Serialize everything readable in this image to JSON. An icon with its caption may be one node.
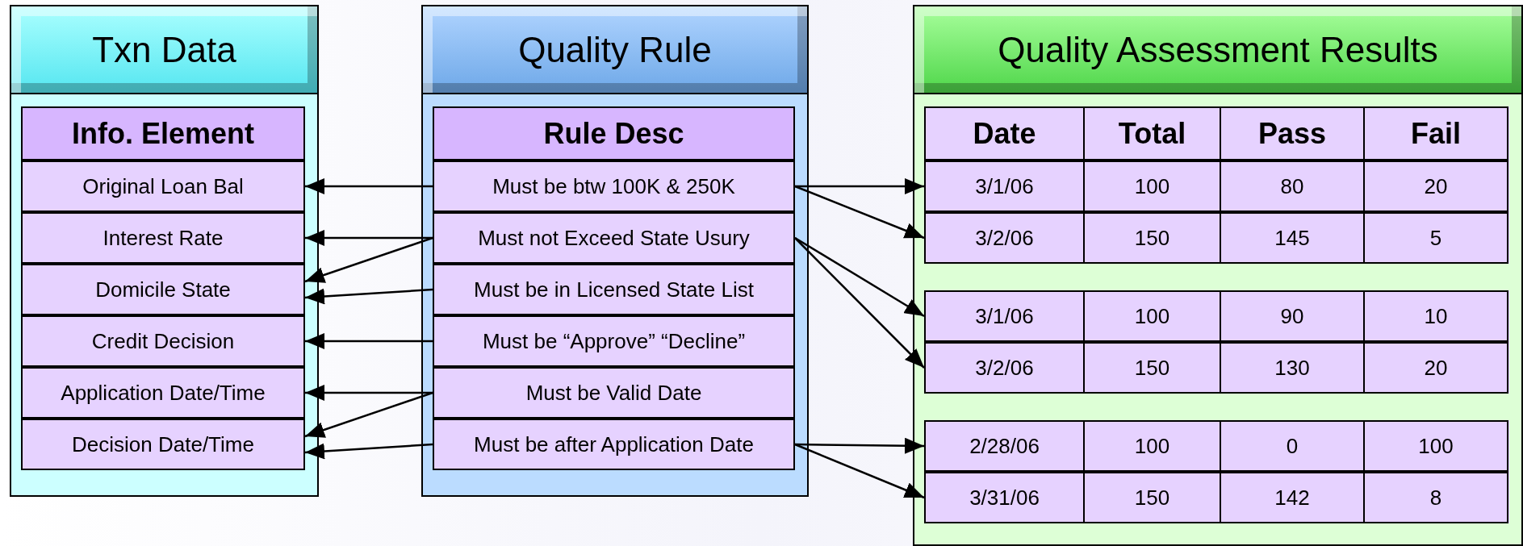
{
  "diagram": {
    "nodes": [
      {
        "text": [
          "Txn Data"
        ]
      },
      {
        "text": [
          "Info. Element"
        ],
        "in": 0
      },
      {
        "text": [
          "Original Loan Bal"
        ],
        "in": 0
      },
      {
        "text": [
          "Interest Rate"
        ],
        "in": 0
      },
      {
        "text": [
          "Domicile State"
        ],
        "in": 0
      },
      {
        "text": [
          "Credit Decision"
        ],
        "in": 0
      },
      {
        "text": [
          "Application Date/Time"
        ],
        "in": 0
      },
      {
        "text": [
          "Decision Date/Time"
        ],
        "in": 0
      },
      {
        "text": [
          "Quality Rule"
        ]
      },
      {
        "text": [
          "Rule Desc"
        ],
        "in": 8
      },
      {
        "text": [
          "Must be btw 100K & 250K"
        ],
        "in": 8
      },
      {
        "text": [
          "Must not Exceed State Usury"
        ],
        "in": 8
      },
      {
        "text": [
          "Must be in Licensed State List"
        ],
        "in": 8
      },
      {
        "text": [
          "Must be “Approve” “Decline”"
        ],
        "in": 8
      },
      {
        "text": [
          "Must be Valid Date"
        ],
        "in": 8
      },
      {
        "text": [
          "Must be after Application Date"
        ],
        "in": 8
      },
      {
        "text": [
          "Quality Assessment Results"
        ]
      },
      {
        "text": [
          "Date",
          "Total",
          "Pass",
          "Fail"
        ],
        "in": 16
      },
      {
        "text": [
          "3/1/06",
          "100",
          "80",
          "20"
        ],
        "in": 16
      },
      {
        "text": [
          "3/2/06",
          "150",
          "145",
          "5"
        ],
        "in": 16
      },
      {
        "text": [
          "3/1/06",
          "100",
          "90",
          "10"
        ],
        "in": 16
      },
      {
        "text": [
          "3/2/06",
          "150",
          "130",
          "20"
        ],
        "in": 16
      },
      {
        "text": [
          "2/28/06",
          "100",
          "0",
          "100"
        ],
        "in": 16
      },
      {
        "text": [
          "3/31/06",
          "150",
          "142",
          "8"
        ],
        "in": 16
      }
    ],
    "edges": [
      {
        "from": 10,
        "to": 2,
        "arrow": "to"
      },
      {
        "from": 11,
        "to": 3,
        "arrow": "to"
      },
      {
        "from": 11,
        "to": 4,
        "arrow": "to"
      },
      {
        "from": 12,
        "to": 4,
        "arrow": "to"
      },
      {
        "from": 13,
        "to": 5,
        "arrow": "to"
      },
      {
        "from": 14,
        "to": 6,
        "arrow": "to"
      },
      {
        "from": 14,
        "to": 7,
        "arrow": "to"
      },
      {
        "from": 15,
        "to": 7,
        "arrow": "to"
      },
      {
        "from": 10,
        "to": 18,
        "arrow": "to"
      },
      {
        "from": 10,
        "to": 19,
        "arrow": "to"
      },
      {
        "from": 11,
        "to": 20,
        "arrow": "to"
      },
      {
        "from": 11,
        "to": 21,
        "arrow": "to"
      },
      {
        "from": 15,
        "to": 22,
        "arrow": "to"
      },
      {
        "from": 15,
        "to": 23,
        "arrow": "to"
      }
    ]
  }
}
